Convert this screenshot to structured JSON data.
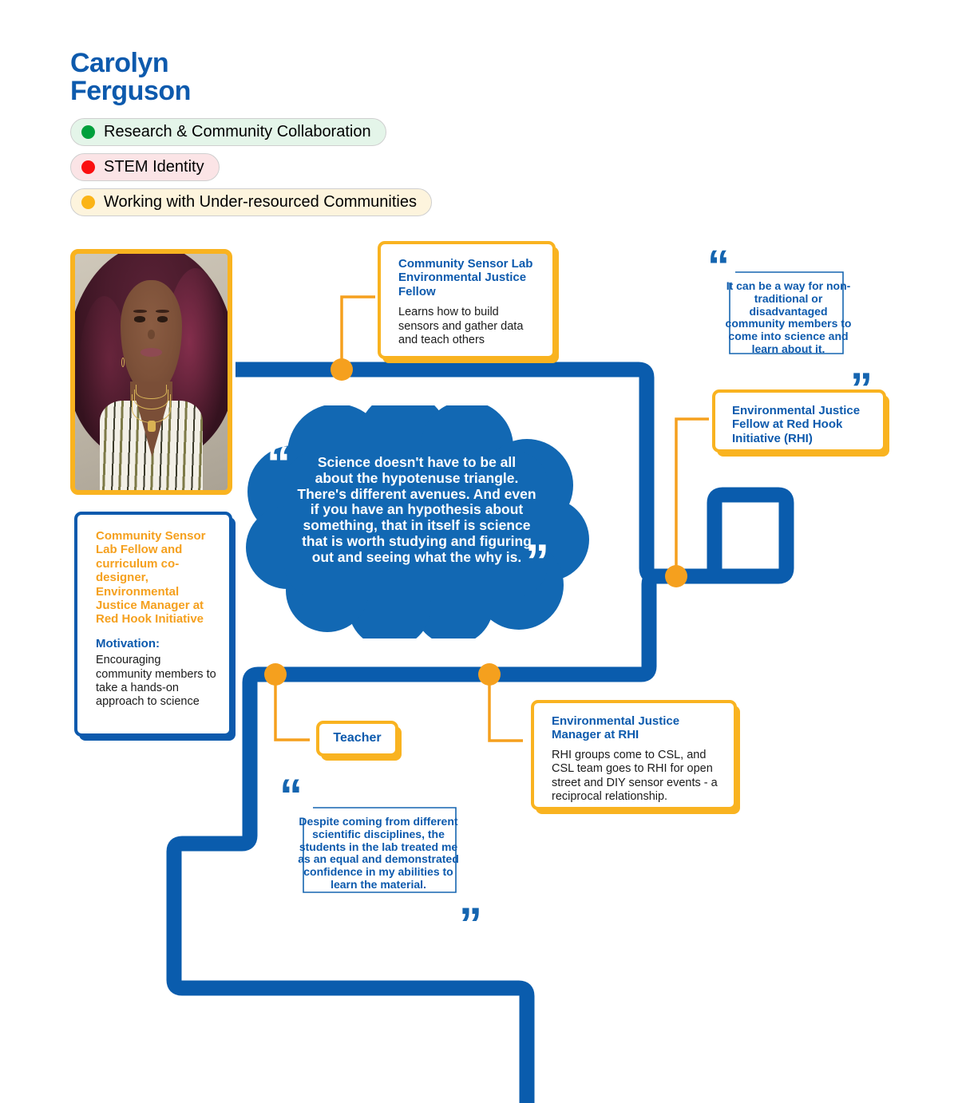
{
  "header": {
    "name": "Carolyn\nFerguson",
    "legend": [
      {
        "label": "Research & Community Collaboration",
        "dot_color": "#00a03c",
        "bg": "#e4f5e9",
        "name": "legend-research-community-collaboration"
      },
      {
        "label": "STEM Identity",
        "dot_color": "#fa0f0f",
        "bg": "#fbe4e6",
        "name": "legend-stem-identity"
      },
      {
        "label": "Working with Under-resourced Communities",
        "dot_color": "#fbb417",
        "bg": "#fdf4dd",
        "name": "legend-under-resourced-communities"
      }
    ]
  },
  "photo": {
    "alt": "Portrait of Carolyn Ferguson"
  },
  "cards": {
    "csl_fellow": {
      "title": "Community Sensor Lab Environmental Justice Fellow",
      "body": "Learns how to build sensors and gather data and teach others"
    },
    "ej_fellow_rhi": {
      "title": "Environmental Justice Fellow at Red Hook Initiative (RHI)"
    },
    "csl_fellow_curriculum": {
      "title": "Community Sensor Lab Fellow and curriculum co-designer, Environmental Justice Manager at Red Hook Initiative",
      "subtitle": "Motivation:",
      "body": "Encouraging community members to take a hands-on approach to science"
    },
    "teacher": {
      "title": "Teacher"
    },
    "ej_manager_rhi": {
      "title": "Environmental Justice Manager at RHI",
      "body": "RHI groups come to CSL, and CSL team goes to RHI for open street and DIY sensor events - a reciprocal relationship."
    }
  },
  "quotes": {
    "cloud": "Science doesn't have to be all about the hypotenuse triangle. There's different avenues. And even if you have an hypothesis about something, that in itself is science that is worth studying and figuring out and seeing what the why is.",
    "top_right": "It can be a way for non-traditional or disadvantaged community members to come into science and learn about it.",
    "bottom": "Despite coming from different scientific disciplines, the students in the lab treated me as an equal and demonstrated confidence in my abilities to learn the material.",
    "open_mark": "“",
    "close_mark": "”"
  },
  "colors": {
    "blue": "#0d5aad",
    "deep_blue": "#0a5cad",
    "yellow": "#F9B320",
    "orange": "#F5A01E",
    "green": "#00a03c",
    "red": "#fa0f0f",
    "white": "#ffffff"
  }
}
